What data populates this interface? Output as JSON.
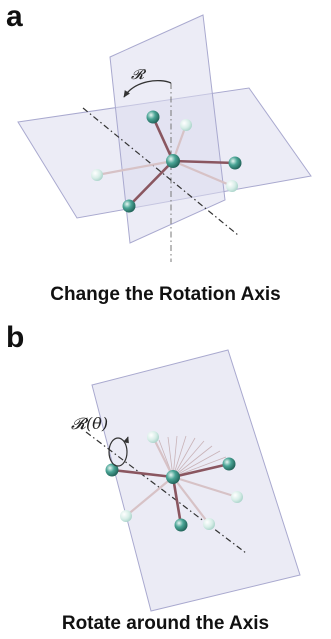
{
  "panels": [
    {
      "letter": "a",
      "caption": "Change the Rotation Axis",
      "rotation_label": "𝓡"
    },
    {
      "letter": "b",
      "caption": "Rotate around the Axis",
      "rotation_label": "𝓡(θ)"
    }
  ],
  "colors": {
    "plane_fill": "#e6e6f3",
    "plane_edge": "#a9a9cf",
    "atom": "#3f9b8c",
    "atom_faded": "#c9e6df",
    "bond": "#8a5660",
    "bond_faded": "#d7c2c6",
    "axis": "#333333"
  },
  "icons": {
    "rotation_arrow": "curved-arrow-icon",
    "rotation_loop": "loop-arrow-icon"
  }
}
